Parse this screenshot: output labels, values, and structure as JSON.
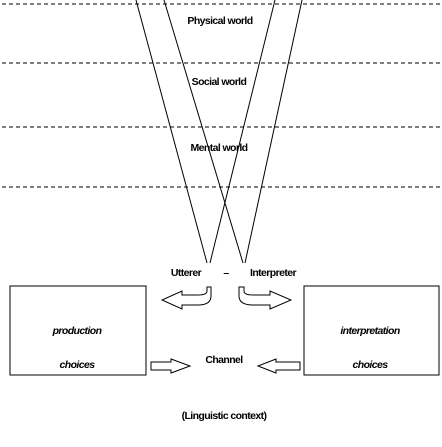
{
  "worlds": {
    "physical": "Physical world",
    "social": "Social world",
    "mental": "Mental world"
  },
  "participants": {
    "utterer": "Utterer",
    "dash": "–",
    "interpreter": "Interpreter"
  },
  "boxes": {
    "production_line1": "production",
    "production_line2": "choices",
    "interpretation_line1": "interpretation",
    "interpretation_line2": "choices"
  },
  "channel": "Channel",
  "context": "(Linguistic context)",
  "colors": {
    "ink": "#000000",
    "background": "#ffffff"
  }
}
